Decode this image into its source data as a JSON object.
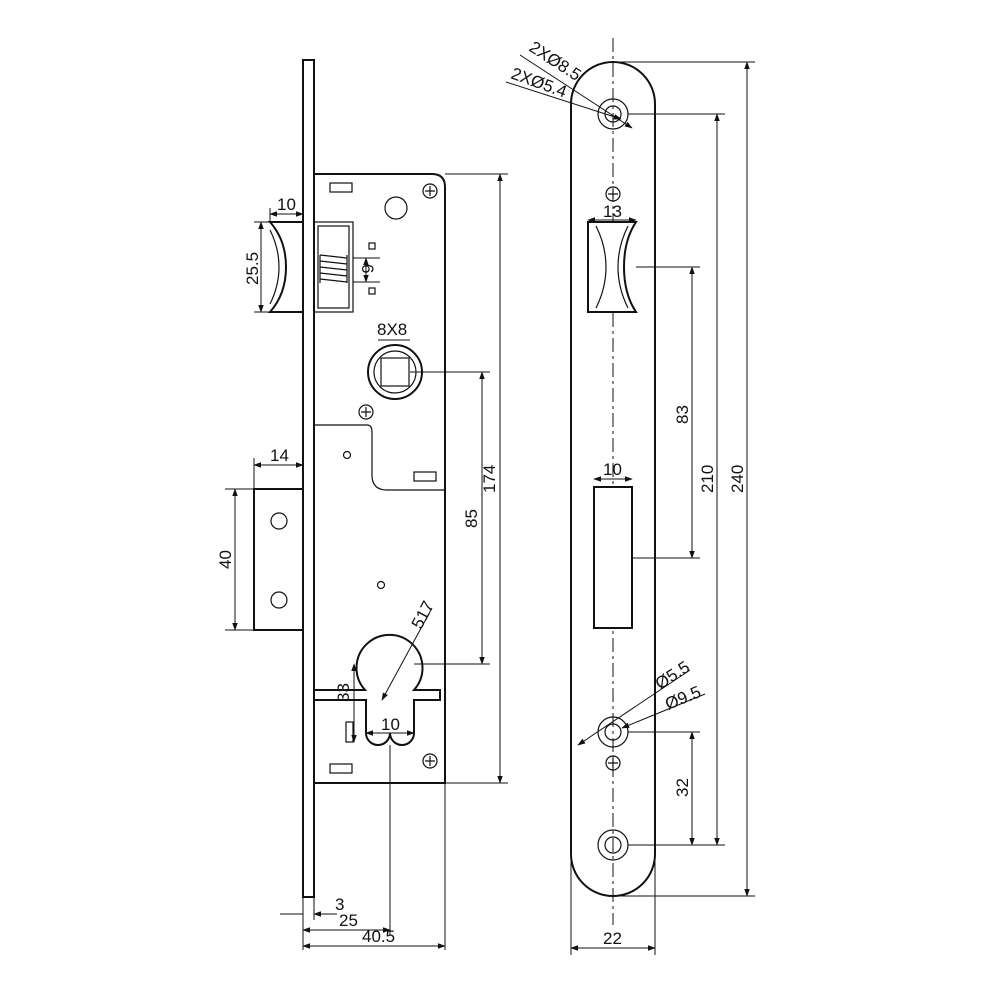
{
  "side_view": {
    "dims": {
      "latch_width": "10",
      "latch_height": "25.5",
      "latch_travel": "6",
      "spindle": "8X8",
      "bolt_width": "14",
      "bolt_height": "40",
      "distance_85": "85",
      "case_height": "174",
      "cylinder_pitch": "517",
      "cylinder_33": "33",
      "cylinder_10": "10",
      "faceplate_thickness": "3",
      "backset": "25",
      "case_depth": "40.5"
    }
  },
  "front_view": {
    "dims": {
      "hole_outer": "2XØ8.5",
      "hole_inner": "2XØ5.4",
      "latch_slot_width": "13",
      "distance_83": "83",
      "bolt_slot_width": "10",
      "hole_spacing": "210",
      "total_length": "240",
      "screw_d1": "Ø5.5",
      "screw_d2": "Ø9.5",
      "distance_32": "32",
      "faceplate_width": "22"
    }
  },
  "colors": {
    "line": "#111111",
    "background": "#ffffff"
  }
}
